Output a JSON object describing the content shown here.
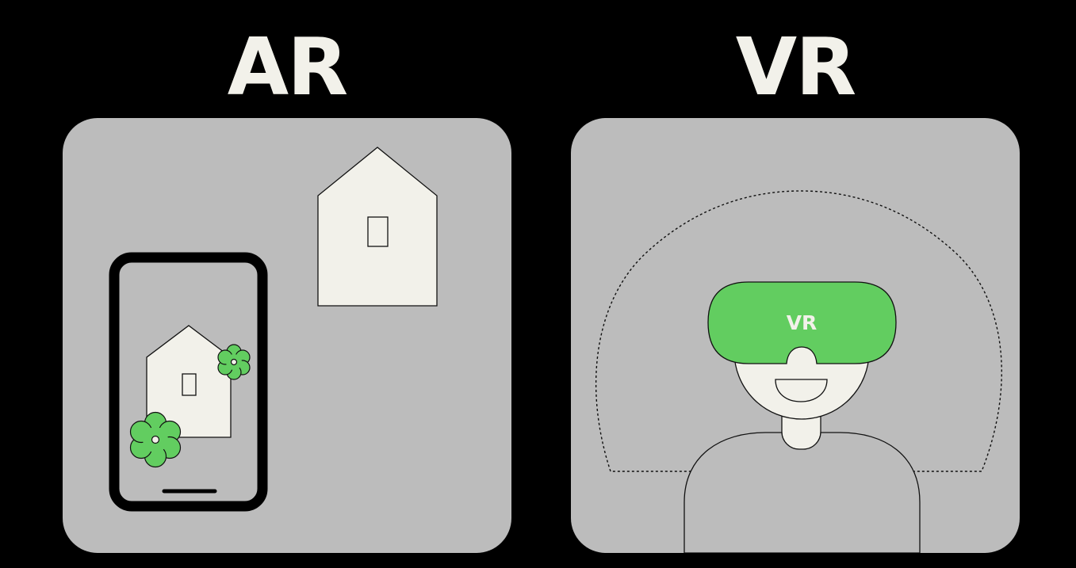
{
  "left": {
    "title": "AR"
  },
  "right": {
    "title": "VR",
    "headset_label": "VR"
  },
  "colors": {
    "background": "#000000",
    "panel": "#bcbcbc",
    "cream": "#f2f1ea",
    "green": "#62cd60",
    "outline": "#111111"
  },
  "icons": [
    "house-icon",
    "smartphone-icon",
    "flower-icon",
    "vr-headset-icon",
    "person-icon"
  ]
}
